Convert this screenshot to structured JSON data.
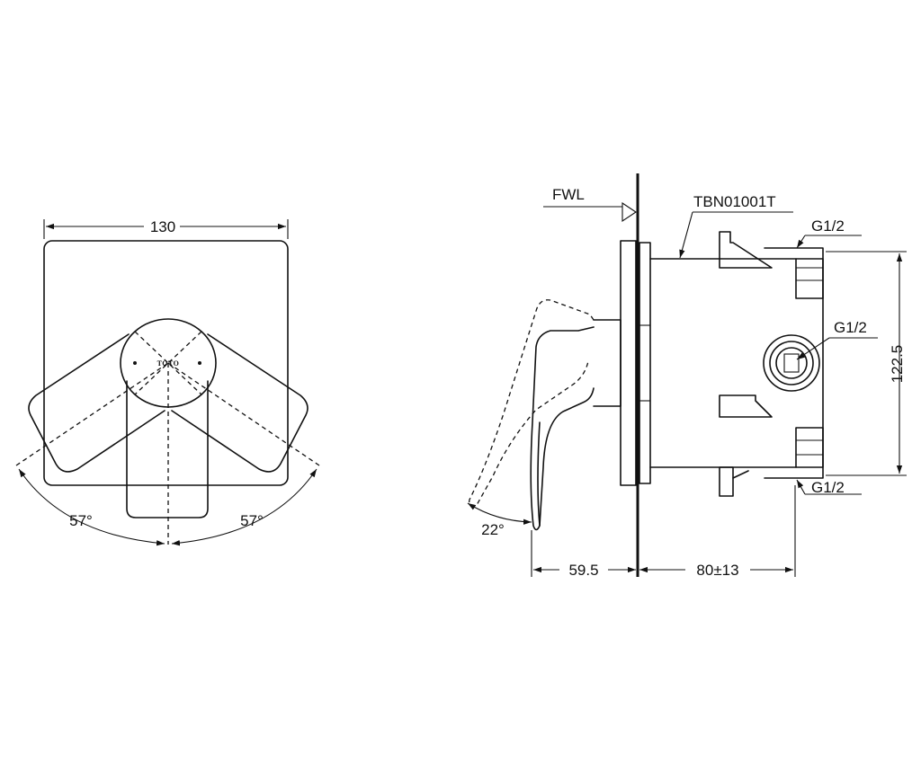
{
  "front_view": {
    "width_label": "130",
    "brand_mark": "TOTO",
    "angle_left_label": "57°",
    "angle_right_label": "57°"
  },
  "side_view": {
    "fwl_label": "FWL",
    "model_label": "TBN01001T",
    "port_top_label": "G1/2",
    "port_center_label": "G1/2",
    "port_bottom_label": "G1/2",
    "height_label": "122.5",
    "angle_label": "22°",
    "depth_front_label": "59.5",
    "depth_back_label": "80±13"
  }
}
